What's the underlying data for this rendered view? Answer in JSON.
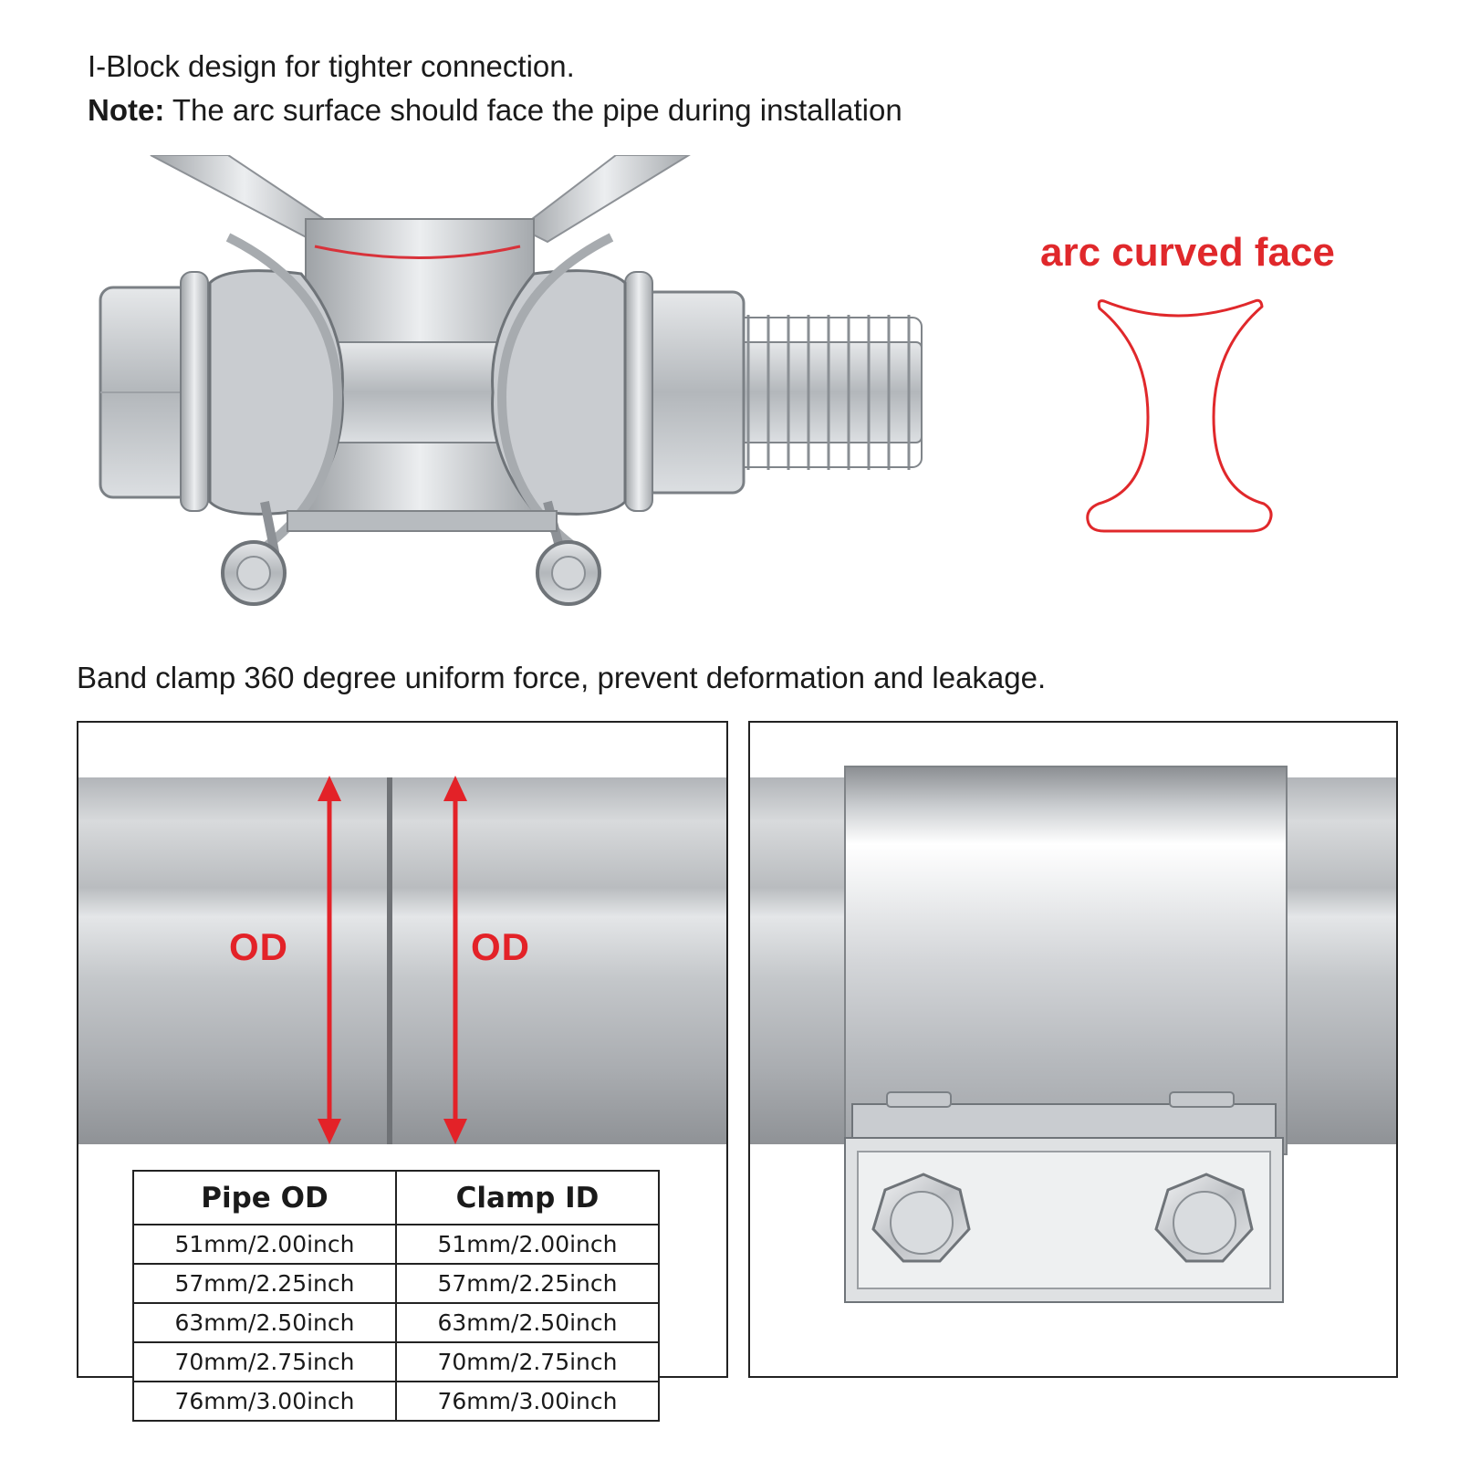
{
  "intro": {
    "line1": "I-Block design for tighter connection.",
    "note_label": "Note:",
    "note_text": " The arc surface should face the pipe during installation"
  },
  "arc_label": "arc curved face",
  "band_caption": "Band clamp 360  degree uniform force, prevent deformation and leakage.",
  "diagram": {
    "od_left": "OD",
    "od_right": "OD"
  },
  "colors": {
    "accent_red": "#e32228",
    "steel_light": "#d9dbdd",
    "steel_dark": "#9a9da1"
  },
  "table": {
    "headers": [
      "Pipe OD",
      "Clamp ID"
    ],
    "rows": [
      [
        "51mm/2.00inch",
        "51mm/2.00inch"
      ],
      [
        "57mm/2.25inch",
        "57mm/2.25inch"
      ],
      [
        "63mm/2.50inch",
        "63mm/2.50inch"
      ],
      [
        "70mm/2.75inch",
        "70mm/2.75inch"
      ],
      [
        "76mm/3.00inch",
        "76mm/3.00inch"
      ]
    ]
  }
}
